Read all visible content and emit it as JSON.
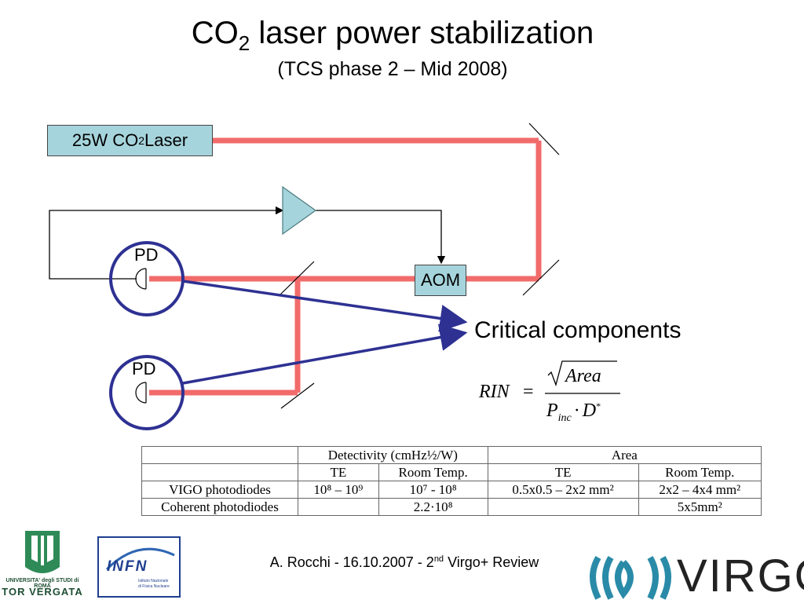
{
  "title": {
    "main": "CO",
    "sub": "2",
    "rest": " laser power stabilization"
  },
  "subtitle": "(TCS phase 2 – Mid 2008)",
  "diagram": {
    "laser": {
      "pre": "25W CO",
      "sub": "2",
      "post": " Laser"
    },
    "aom": "AOM",
    "pd_top": "PD",
    "pd_bottom": "PD",
    "critical": "Critical components",
    "beam_color": "#f26b6b",
    "arrow_color": "#2e3192",
    "box_color": "#a6d4dc",
    "amp_color": "#a6d4dc"
  },
  "formula": {
    "lhs": "RIN",
    "eq": "=",
    "num": "Area",
    "den_p": "P",
    "den_sub": "inc",
    "den_dot": "·",
    "den_d": "D",
    "den_sup": "*"
  },
  "table": {
    "header1": [
      "",
      "Detectivity (cmHz½/W)",
      "Area"
    ],
    "header2": [
      "",
      "TE",
      "Room Temp.",
      "TE",
      "Room Temp."
    ],
    "rows": [
      [
        "VIGO photodiodes",
        "10⁸ – 10⁹",
        "10⁷ - 10⁸",
        "0.5x0.5 – 2x2 mm²",
        "2x2 – 4x4 mm²"
      ],
      [
        "Coherent photodiodes",
        "",
        "2.2·10⁸",
        "",
        "5x5mm²"
      ]
    ]
  },
  "footer": {
    "pre": "A. Rocchi - 16.10.2007 - 2",
    "sup": "nd",
    "post": " Virgo+ Review"
  },
  "logos": {
    "university": "UNIVERSITA' degli STUDI di ROMA",
    "university2": "TOR VERGATA",
    "infn": "INFN",
    "infn_sub1": "Istituto Nazionale",
    "infn_sub2": "di Fisica Nucleare",
    "virgo": "VIRGO"
  }
}
